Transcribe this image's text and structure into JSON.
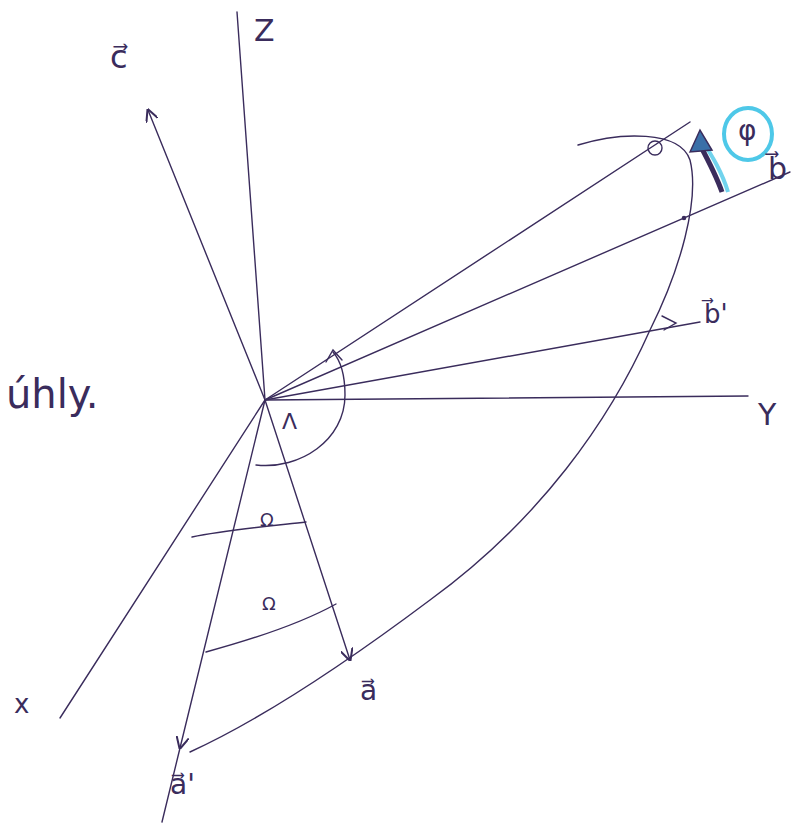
{
  "diagram": {
    "labels": [
      "Z",
      "c⃗",
      "φ",
      "b⃗",
      "b⃗'",
      "úhly.",
      "Λ",
      "Y",
      "Ω",
      "Ω",
      "x",
      "a⃗",
      "a⃗'"
    ]
  }
}
